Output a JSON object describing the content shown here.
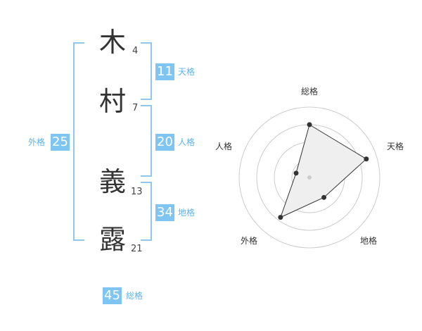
{
  "name": {
    "chars": [
      {
        "char": "木",
        "strokes": "4"
      },
      {
        "char": "村",
        "strokes": "7"
      },
      {
        "char": "義",
        "strokes": "13"
      },
      {
        "char": "露",
        "strokes": "21"
      }
    ]
  },
  "kaku": {
    "tenkaku": {
      "value": "11",
      "label": "天格"
    },
    "jinkaku": {
      "value": "20",
      "label": "人格"
    },
    "chikaku": {
      "value": "34",
      "label": "地格"
    },
    "gaikaku": {
      "value": "25",
      "label": "外格"
    },
    "soukaku": {
      "value": "45",
      "label": "総格"
    }
  },
  "radar": {
    "axes": [
      "総格",
      "天格",
      "地格",
      "外格",
      "人格"
    ],
    "values": [
      0.75,
      0.85,
      0.35,
      0.7,
      0.2
    ],
    "colors": {
      "fill": "#efefef",
      "line": "#333333",
      "ring": "#cccccc",
      "center": "#cccccc"
    }
  },
  "colors": {
    "accent": "#7fc5f2",
    "bracket": "#8fc8ec",
    "label": "#5ab4ea"
  }
}
